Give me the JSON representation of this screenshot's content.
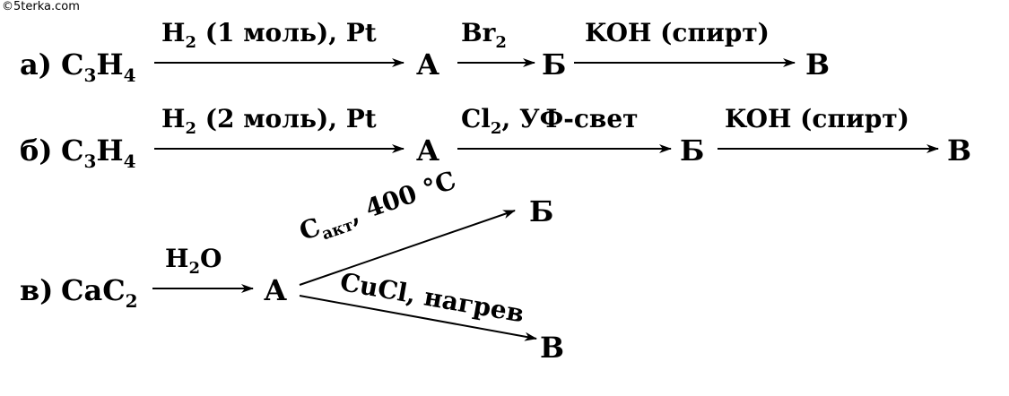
{
  "watermark": "©5terka.com",
  "row_a": {
    "label": "а)",
    "reactant_main": "C",
    "reactant_sub1": "3",
    "reactant_mid": "H",
    "reactant_sub2": "4",
    "arrow1_c1": "H",
    "arrow1_c1_sub": "2",
    "arrow1_c2": " (1 моль), Pt",
    "product1": "А",
    "arrow2_c1": "Br",
    "arrow2_c1_sub": "2",
    "product2": "Б",
    "arrow3_cond": "KOH (спирт)",
    "product3": "В"
  },
  "row_b": {
    "label": "б)",
    "reactant_main": "C",
    "reactant_sub1": "3",
    "reactant_mid": "H",
    "reactant_sub2": "4",
    "arrow1_c1": "H",
    "arrow1_c1_sub": "2",
    "arrow1_c2": " (2 моль), Pt",
    "product1": "А",
    "arrow2_c1": "Cl",
    "arrow2_c1_sub": "2",
    "arrow2_c2": ", УФ-свет",
    "product2": "Б",
    "arrow3_cond": "KOH (спирт)",
    "product3": "В"
  },
  "row_c": {
    "label": "в)",
    "reactant_main": "CaC",
    "reactant_sub": "2",
    "arrow1_c1": "H",
    "arrow1_c1_sub": "2",
    "arrow1_c2": "O",
    "product1": "А",
    "upper_c1": "C",
    "upper_c1_sub": "акт",
    "upper_c2": ", 400 °C",
    "upper_product": "Б",
    "lower_cond": "CuCl, нагрев",
    "lower_product": "В"
  }
}
